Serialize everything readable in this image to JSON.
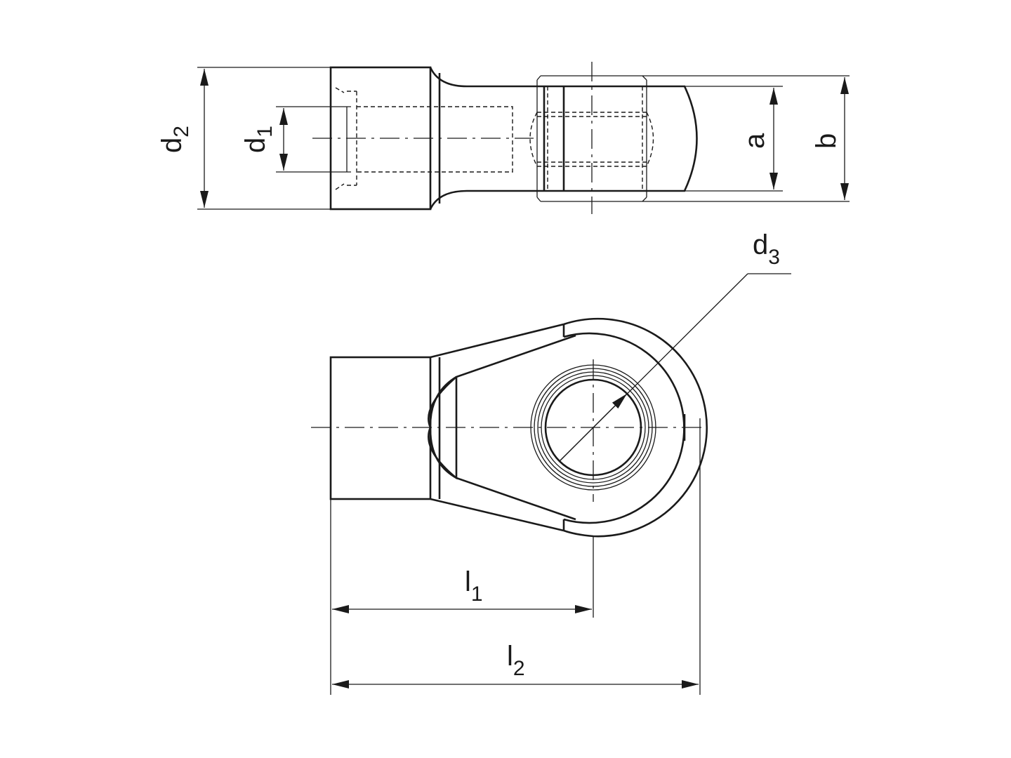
{
  "labels": {
    "d2": {
      "base": "d",
      "sub": "2"
    },
    "d1": {
      "base": "d",
      "sub": "1"
    },
    "a": {
      "base": "a"
    },
    "b": {
      "base": "b"
    },
    "d3": {
      "base": "d",
      "sub": "3"
    },
    "l1": {
      "base": "l",
      "sub": "1"
    },
    "l2": {
      "base": "l",
      "sub": "2"
    }
  }
}
